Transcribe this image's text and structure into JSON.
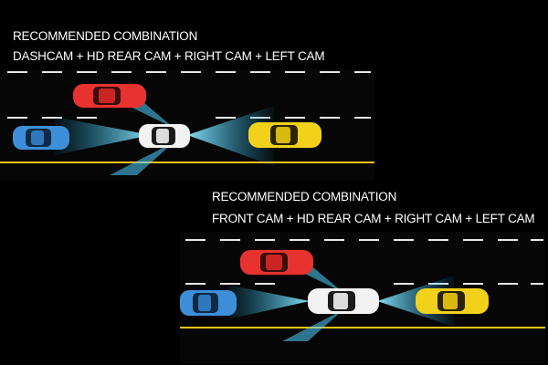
{
  "combinations": [
    {
      "heading": "RECOMMENDED COMBINATION",
      "cameras": "DASHCAM + HD REAR CAM + RIGHT CAM + LEFT CAM"
    },
    {
      "heading": "RECOMMENDED COMBINATION",
      "cameras": "FRONT CAM + HD REAR CAM + RIGHT CAM + LEFT CAM"
    }
  ],
  "colors": {
    "background": "#000000",
    "road": "#0a0a0a",
    "lane_dash": "#e8e8e8",
    "road_edge": "#f0c419",
    "camera_beam": "#4fd2ff",
    "car_red": "#e8322f",
    "car_blue": "#3d8fd9",
    "car_white": "#f2f2f2",
    "car_yellow": "#f2d11a"
  }
}
